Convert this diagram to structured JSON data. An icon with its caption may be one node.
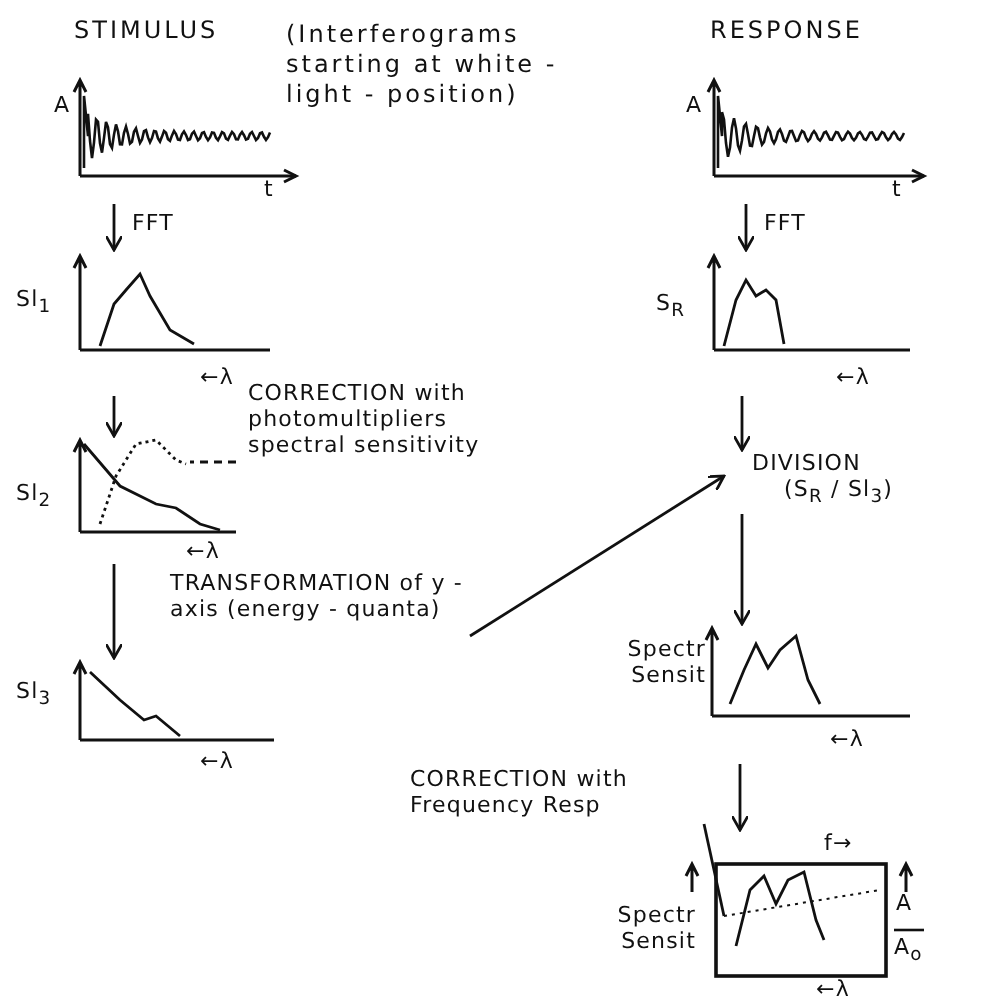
{
  "diagram": {
    "nodes": [
      {
        "text": [
          "A",
          "t"
        ]
      },
      {
        "text": [
          "Sl$_{1}$",
          "←λ"
        ]
      },
      {
        "text": [
          "Sl$_{2}$",
          "←λ"
        ]
      },
      {
        "text": [
          "Sl$_{3}$",
          "←λ"
        ]
      },
      {
        "text": [
          "A",
          "t"
        ]
      },
      {
        "text": [
          "S$_{R}$",
          "←λ"
        ]
      },
      {
        "text": [
          "DIVISION",
          "(S$_{R}$ / Sl$_{3}$)"
        ]
      },
      {
        "text": [
          "Spectr Sensit",
          "←λ"
        ]
      },
      {
        "text": [
          "Spectr Sensit",
          "←λ",
          "f→",
          "A",
          "A$_{o}$"
        ]
      },
      {
        "text": [
          "CORRECTION with photomultipliers spectral sensitivity"
        ]
      },
      {
        "text": [],
        "shape": "picture",
        "in": 2
      },
      {
        "text": [
          "TRANSFORMATION of y - axis (energy - quanta)"
        ]
      },
      {
        "text": [
          "CORRECTION with Frequency Resp"
        ]
      },
      {
        "text": [],
        "shape": "picture",
        "in": 8
      }
    ],
    "edges": [
      {
        "from": 0,
        "to": 1,
        "arrow": "to",
        "label": "FFT"
      },
      {
        "from": 1,
        "to": 2,
        "arrow": "to"
      },
      {
        "from": 2,
        "to": 3,
        "arrow": "to"
      },
      {
        "from": 4,
        "to": 5,
        "arrow": "to",
        "label": "FFT"
      },
      {
        "from": 5,
        "to": 6,
        "arrow": "to"
      },
      {
        "from": 6,
        "to": 7,
        "arrow": "to"
      },
      {
        "from": 7,
        "to": 8,
        "arrow": "to"
      },
      {
        "from": 11,
        "to": 6,
        "arrow": "to"
      },
      {
        "from": 9,
        "to": 10,
        "arrow": "none",
        "style": "dashed"
      },
      {
        "from": 12,
        "to": 13,
        "arrow": "none"
      }
    ],
    "labels": [
      "STIMULUS",
      "(Interferograms starting at white - light - position)",
      "RESPONSE"
    ]
  }
}
